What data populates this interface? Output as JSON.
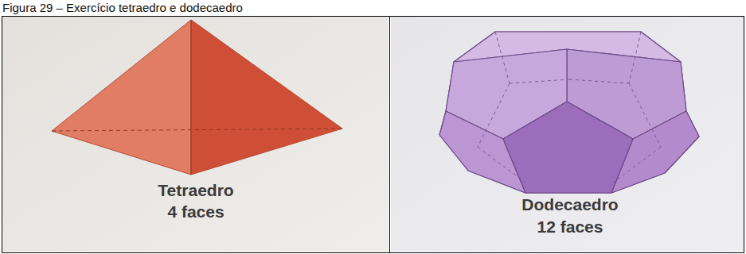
{
  "diagram": {
    "title": "Figura 29 – Exercício tetraedro e dodecaedro",
    "nodes": [
      {
        "text": [
          "Tetraedro",
          "4 faces"
        ]
      },
      {
        "text": [
          "Dodecaedro",
          "12 faces"
        ]
      }
    ]
  }
}
